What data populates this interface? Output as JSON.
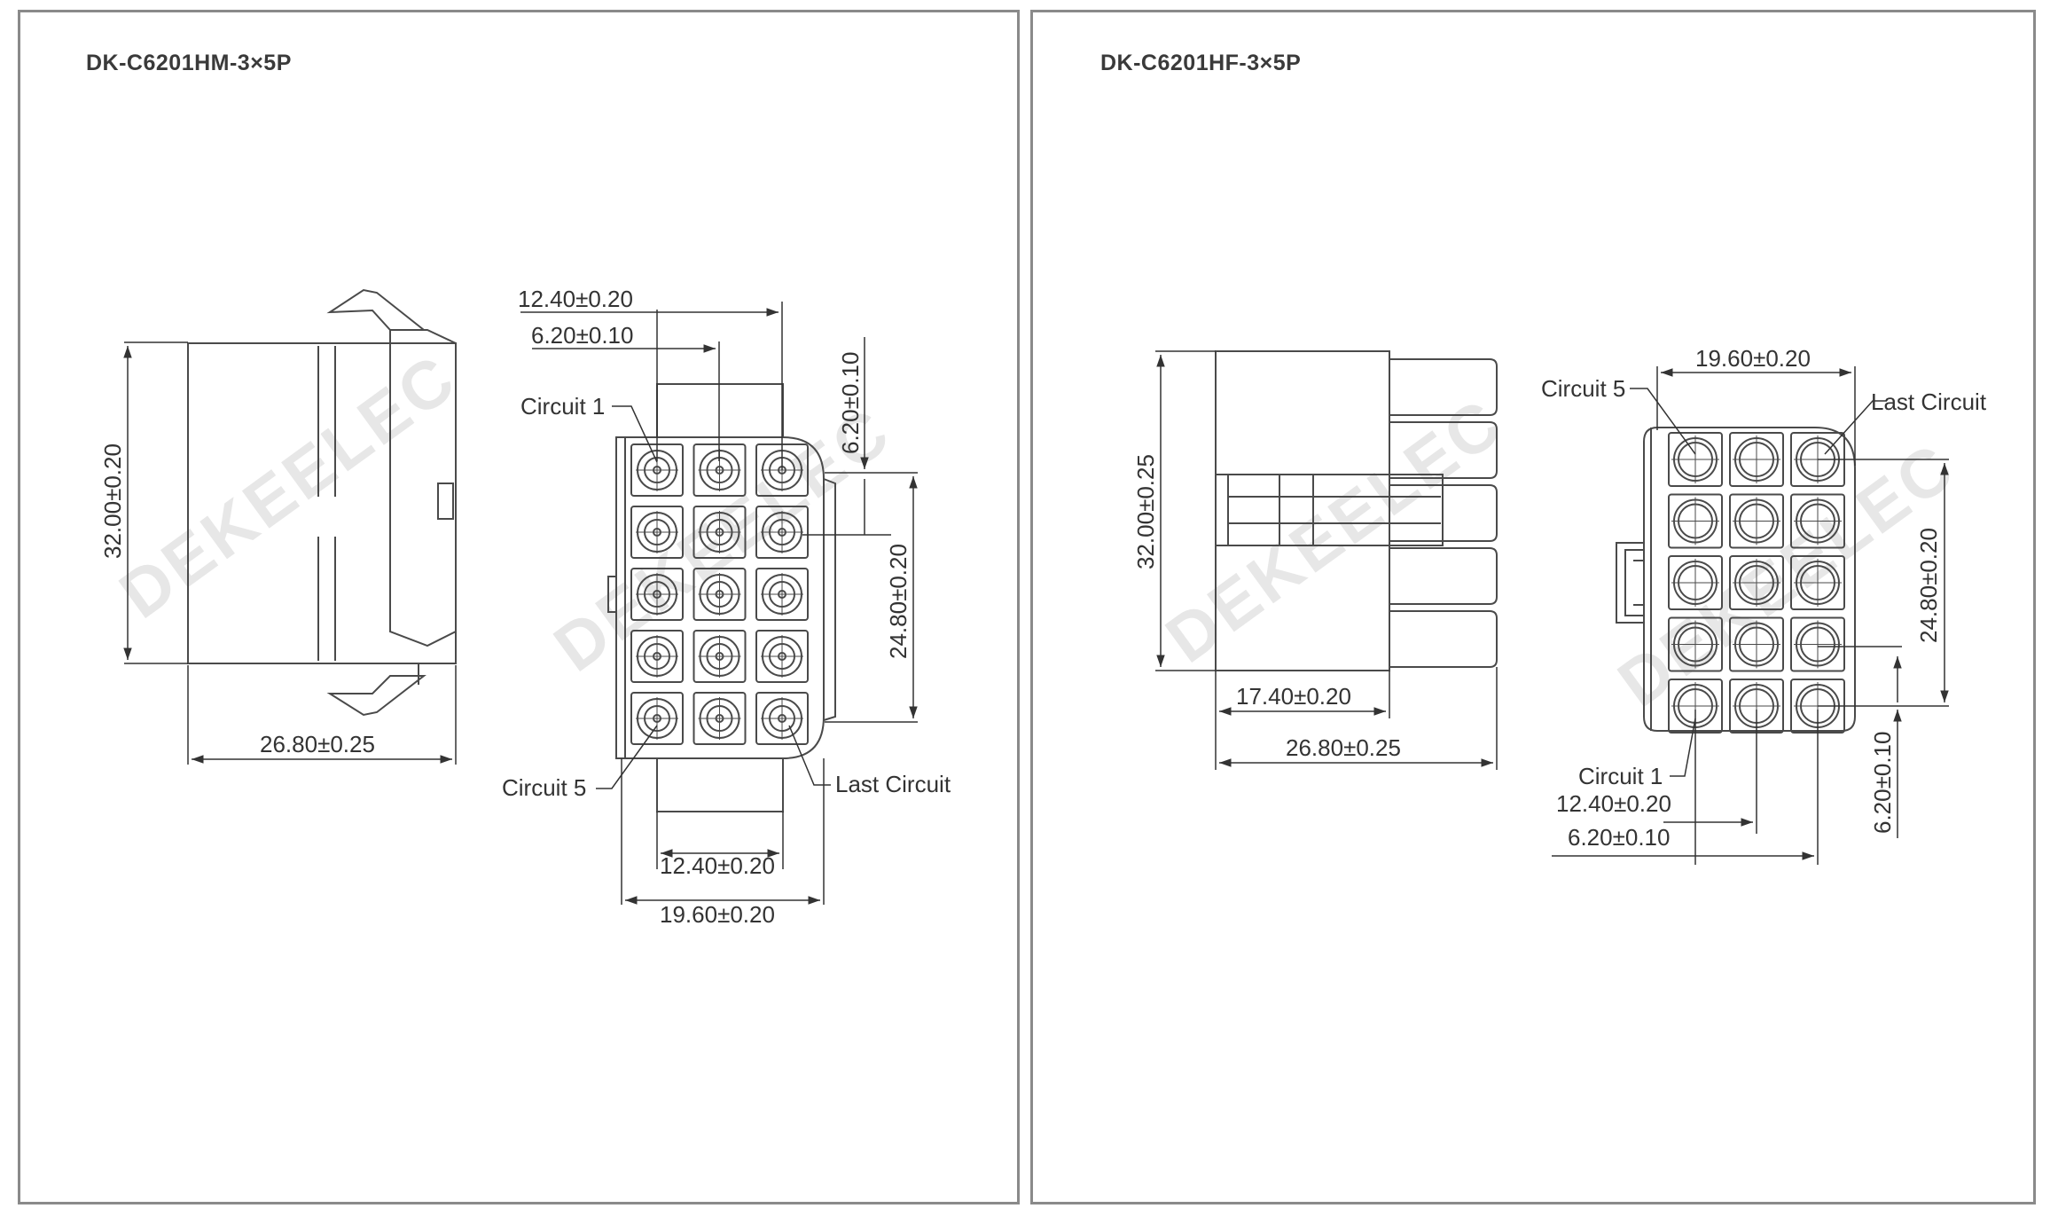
{
  "watermark": "DEKEELEC",
  "left": {
    "title": "DK-C6201HM-3×5P",
    "side_view": {
      "height_dim": "32.00±0.20",
      "width_dim": "26.80±0.25"
    },
    "front_view": {
      "top_dim_1": "12.40±0.20",
      "top_dim_2": "6.20±0.10",
      "right_dim_1": "6.20±0.10",
      "right_dim_2": "24.80±0.20",
      "bottom_dim_1": "12.40±0.20",
      "bottom_dim_2": "19.60±0.20",
      "circuit_1": "Circuit 1",
      "circuit_5": "Circuit 5",
      "last_circuit": "Last Circuit"
    }
  },
  "right": {
    "title": "DK-C6201HF-3×5P",
    "side_view": {
      "height_dim": "32.00±0.25",
      "inner_width_dim": "17.40±0.20",
      "width_dim": "26.80±0.25"
    },
    "front_view": {
      "top_dim": "19.60±0.20",
      "right_dim_1": "24.80±0.20",
      "right_dim_2": "6.20±0.10",
      "bottom_dim_1": "12.40±0.20",
      "bottom_dim_2": "6.20±0.10",
      "circuit_5": "Circuit 5",
      "circuit_1": "Circuit 1",
      "last_circuit": "Last Circuit"
    }
  }
}
